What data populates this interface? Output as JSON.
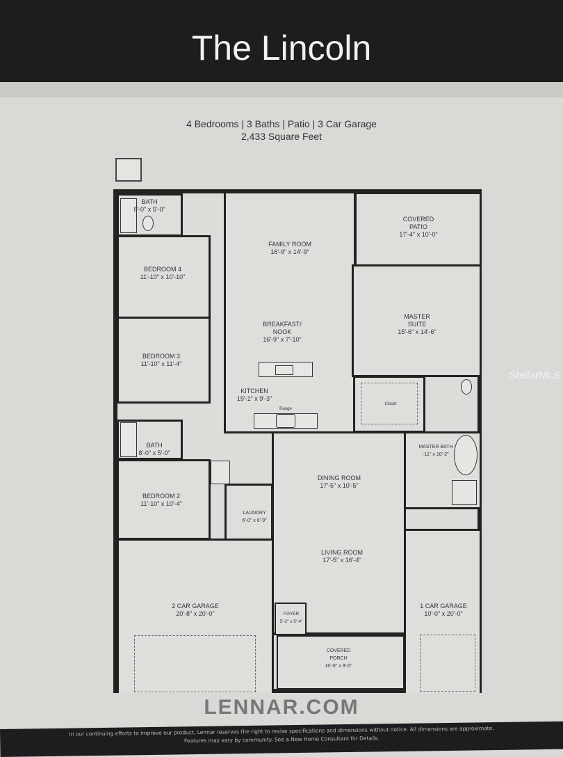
{
  "header": {
    "title": "The Lincoln"
  },
  "summary": {
    "features": "4 Bedrooms | 3 Baths | Patio | 3 Car Garage",
    "area": "2,433 Square Feet"
  },
  "rooms": {
    "bath1": {
      "name": "BATH",
      "dim": "8'-0\" x 5'-0\""
    },
    "bedroom4": {
      "name": "BEDROOM 4",
      "dim": "11'-10\" x 10'-10\""
    },
    "bedroom3": {
      "name": "BEDROOM 3",
      "dim": "11'-10\" x 11'-4\""
    },
    "bath2": {
      "name": "BATH",
      "dim": "8'-0\" x 5'-0\""
    },
    "bedroom2": {
      "name": "BEDROOM 2",
      "dim": "11'-10\" x 10'-4\""
    },
    "laundry": {
      "name": "LAUNDRY",
      "dim": "6'-0\" x 6'-9\""
    },
    "garage2": {
      "name": "2 CAR GARAGE",
      "dim": "20'-8\" x 20'-0\""
    },
    "family": {
      "name": "FAMILY ROOM",
      "dim": "16'-9\" x 14'-9\""
    },
    "nook": {
      "name": "BREAKFAST/ NOOK",
      "dim": "16'-9\" x 7'-10\""
    },
    "kitchen": {
      "name": "KITCHEN",
      "dim": "19'-1\" x 9'-3\""
    },
    "patio": {
      "name": "COVERED PATIO",
      "dim": "17'-4\" x 10'-0\""
    },
    "master": {
      "name": "MASTER SUITE",
      "dim": "15'-6\" x 14'-6\""
    },
    "closet": {
      "name": "Closet"
    },
    "masterbath": {
      "name": "MASTER BATH",
      "dim": "-11\" x 10'-2\""
    },
    "dining": {
      "name": "DINING ROOM",
      "dim": "17'-5\" x 10'-5\""
    },
    "living": {
      "name": "LIVING ROOM",
      "dim": "17'-5\" x 16'-4\""
    },
    "foyer": {
      "name": "FOYER",
      "dim": "5'-2\" x 5'-4\""
    },
    "porch": {
      "name": "COVERED PORCH",
      "dim": "16'-8\" x 9'-0\""
    },
    "garage1": {
      "name": "1 CAR GARAGE",
      "dim": "10'-0\" x 20'-0\""
    },
    "range": "Range"
  },
  "watermark": "StellarMLS",
  "footer": {
    "brand": "LENNAR.COM",
    "disclaimer1": "In our continuing efforts to improve our product, Lennar reserves the right to revise specifications and dimensions without notice. All dimensions are approximate.",
    "disclaimer2": "Features may vary by community. See a New Home Consultant for Details."
  }
}
